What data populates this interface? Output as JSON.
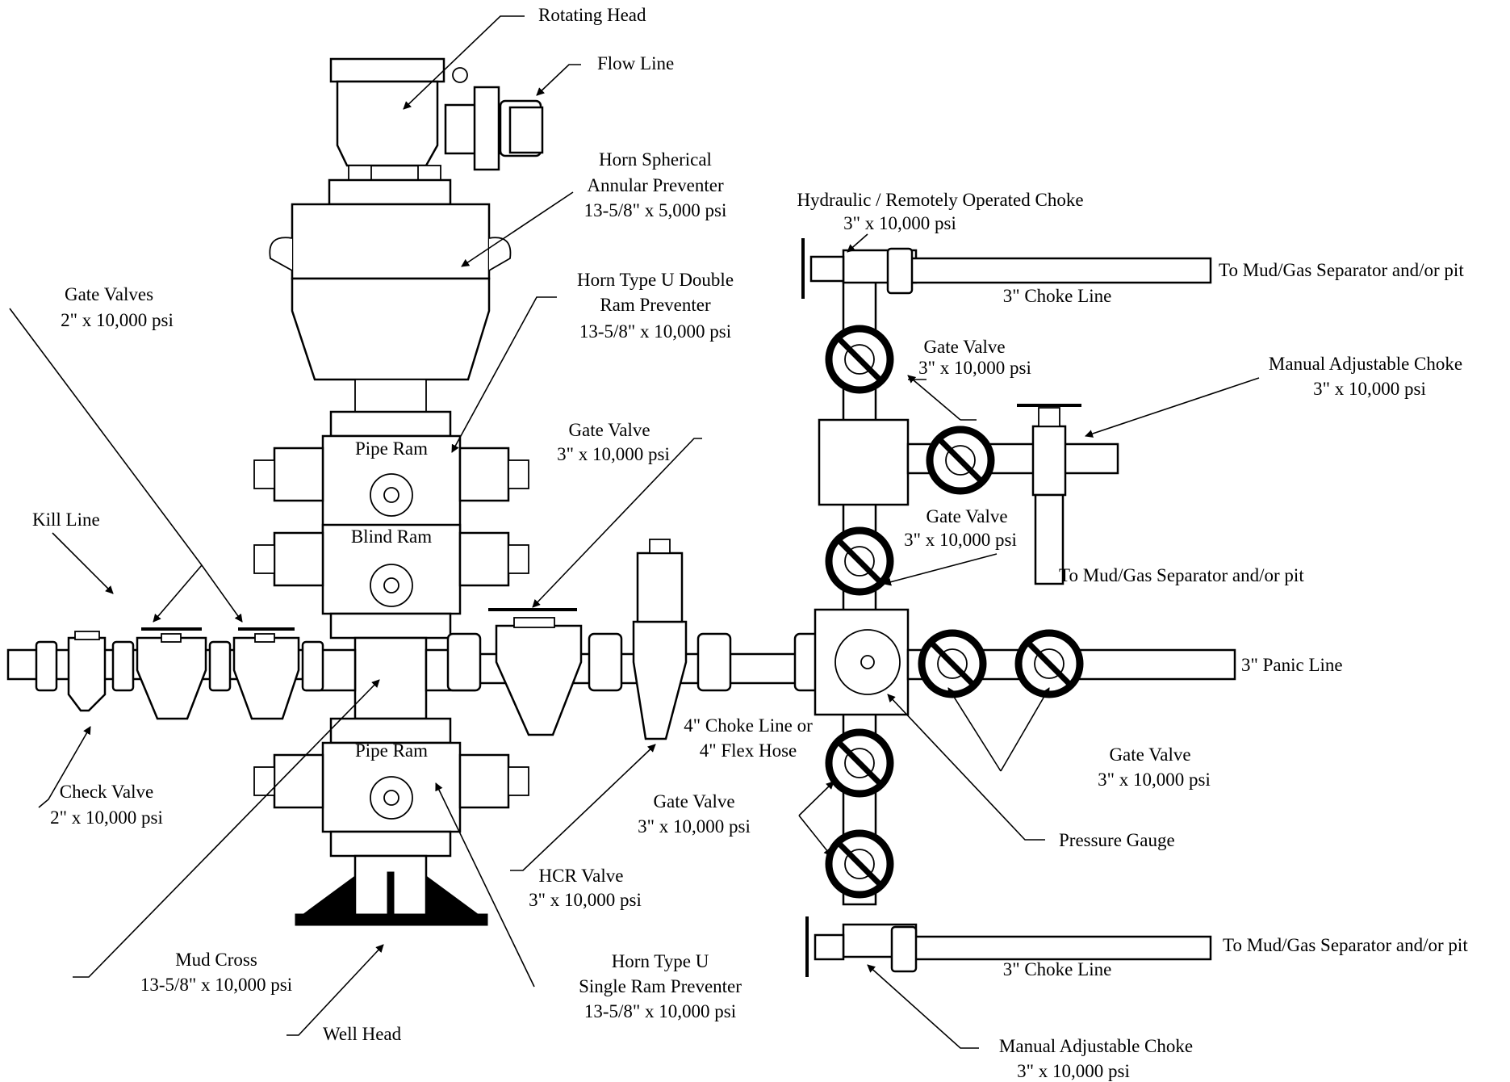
{
  "diagram": {
    "colors": {
      "ink": "#000000",
      "paper": "#ffffff"
    },
    "labels": {
      "rotating_head": "Rotating Head",
      "flow_line": "Flow Line",
      "annular_1": "Horn Spherical",
      "annular_2": "Annular Preventer",
      "annular_3": "13-5/8\" x 5,000 psi",
      "double_ram_1": "Horn Type U Double",
      "double_ram_2": "Ram Preventer",
      "double_ram_3": "13-5/8\" x 10,000 psi",
      "gate_valves_1": "Gate Valves",
      "gate_valves_2": "2\" x 10,000 psi",
      "kill_line": "Kill Line",
      "pipe_ram_top": "Pipe Ram",
      "blind_ram": "Blind Ram",
      "pipe_ram_bottom": "Pipe Ram",
      "gate_valve_hcr_1": "Gate Valve",
      "gate_valve_hcr_2": "3\" x 10,000 psi",
      "check_valve_1": "Check Valve",
      "check_valve_2": "2\" x 10,000 psi",
      "mud_cross_1": "Mud Cross",
      "mud_cross_2": "13-5/8\" x 10,000 psi",
      "well_head": "Well Head",
      "single_ram_1": "Horn Type U",
      "single_ram_2": "Single Ram Preventer",
      "single_ram_3": "13-5/8\" x 10,000 psi",
      "hcr_1": "HCR Valve",
      "hcr_2": "3\" x 10,000 psi",
      "flex_1": "4\" Choke Line or",
      "flex_2": "4\" Flex Hose",
      "gv_lower_1": "Gate Valve",
      "gv_lower_2": "3\" x 10,000 psi",
      "hyd_choke_1": "Hydraulic / Remotely Operated Choke",
      "hyd_choke_2": "3\" x 10,000 psi",
      "to_mud_top": "To Mud/Gas Separator and/or pit",
      "choke_line_top": "3\" Choke Line",
      "gv_upper_1": "Gate Valve",
      "gv_upper_2": "3\" x 10,000 psi",
      "man_choke_top_1": "Manual Adjustable Choke",
      "man_choke_top_2": "3\" x 10,000 psi",
      "gv_mid_1": "Gate Valve",
      "gv_mid_2": "3\" x 10,000 psi",
      "to_mud_mid": "To Mud/Gas Separator and/or pit",
      "panic_line": "3\" Panic Line",
      "gv_panic_1": "Gate Valve",
      "gv_panic_2": "3\" x 10,000 psi",
      "pressure_gauge": "Pressure Gauge",
      "to_mud_bottom": "To Mud/Gas Separator and/or pit",
      "choke_line_bottom": "3\" Choke Line",
      "man_choke_bottom_1": "Manual Adjustable Choke",
      "man_choke_bottom_2": "3\" x 10,000 psi"
    }
  }
}
